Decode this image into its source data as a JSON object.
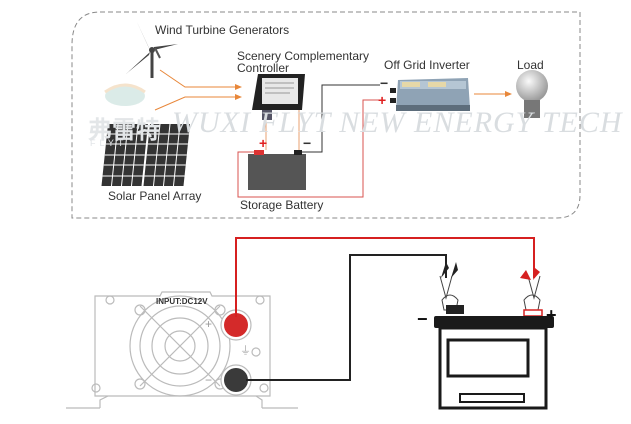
{
  "top_diagram": {
    "labels": {
      "wind": "Wind Turbine Generators",
      "controller_line1": "Scenery Complementary",
      "controller_line2": "Controller",
      "inverter": "Off Grid Inverter",
      "load": "Load",
      "solar": "Solar Panel Array",
      "battery": "Storage Battery"
    },
    "polarity": {
      "plus": "+",
      "minus": "−"
    },
    "watermark": {
      "text": "WUXI FLYT NEW ENERGY TECH",
      "cn": "弗雷特",
      "sub": "FLYT"
    },
    "colors": {
      "arrow": "#e8873a",
      "wire_red": "#d9534f",
      "wire_dark": "#333333",
      "plus_sign": "#e02020"
    }
  },
  "bottom_diagram": {
    "inverter_panel_label": "INPUT:DC12V",
    "panel_plus": "+",
    "panel_minus": "−",
    "ground_symbol": "⏚",
    "battery_plus": "+",
    "battery_minus": "−",
    "colors": {
      "wire_red": "#d62020",
      "wire_black": "#222222",
      "terminal_red": "#d42a2a",
      "terminal_black": "#3a3a3a"
    }
  }
}
